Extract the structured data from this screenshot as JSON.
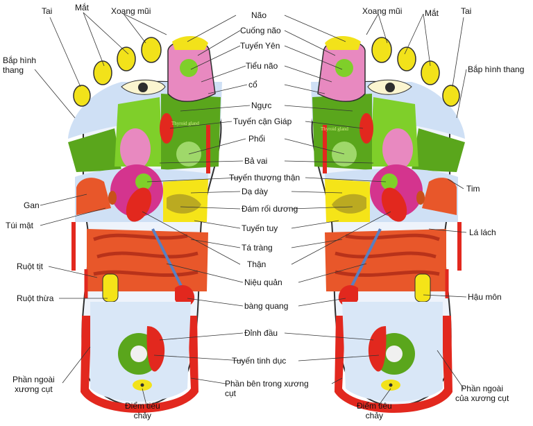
{
  "labels": {
    "tai_left": "Tai",
    "mat_left": "Mắt",
    "xoang_mui_left": "Xoang mũi",
    "bap_hinh_thang_left": "Bắp hình\nthang",
    "gan": "Gan",
    "tui_mat": "Túi mật",
    "ruot_tit": "Ruột tịt",
    "ruot_thua": "Ruột thừa",
    "phan_ngoai_xuong_cut_left": "Phần ngoài\nxương cụt",
    "diem_tieu_chay_left": "Điểm tiêu\nchảy",
    "xoang_mui_right": "Xoang mũi",
    "mat_right": "Mắt",
    "tai_right": "Tai",
    "bap_hinh_thang_right": "Bắp hình thang",
    "tim": "Tim",
    "la_lach": "Lá lách",
    "hau_mon": "Hậu môn",
    "phan_ngoai_cua_xuong_cut_right": "Phần ngoài\ncủa xương cụt",
    "diem_tieu_chay_right": "Điểm tiêu\nchảy",
    "nao": "Não",
    "cuong_nao": "Cuống não",
    "tuyen_yen": "Tuyến Yên",
    "tieu_nao": "Tiểu não",
    "co": "cổ",
    "nguc": "Ngực",
    "tuyen_can_giap": "Tuyến cận Giáp",
    "phoi": "Phổi",
    "ba_vai": "Bả vai",
    "tuyen_thuong_than": "Tuyến thượng thận",
    "da_day": "Dạ dày",
    "dam_roi_duong": "Đám rối dương",
    "tuyen_tuy": "Tuyến tuy",
    "ta_trang": "Tá tràng",
    "than": "Thận",
    "nieu_quan": "Niệu quản",
    "bang_quang": "bàng quang",
    "dinh_dau": "Đỉnh đầu",
    "tuyen_tinh_duc": "Tuyến tinh dục",
    "phan_ben_trong_xuong_cut": "Phần bên trong xương\ncụt"
  },
  "foot_inscriptions": {
    "thyroid_left": "Thyroid gland",
    "thyroid_right": "Thyroid gland"
  },
  "colors": {
    "toe_yellow": "#f2e21a",
    "green": "#5aa61c",
    "bright_green": "#7fcf2a",
    "pale_blue": "#cfe0f5",
    "magenta": "#d4348e",
    "red": "#e2281e",
    "orange_red": "#e8572a",
    "yellow_band": "#f5e418",
    "outline": "#2e2e2e"
  }
}
